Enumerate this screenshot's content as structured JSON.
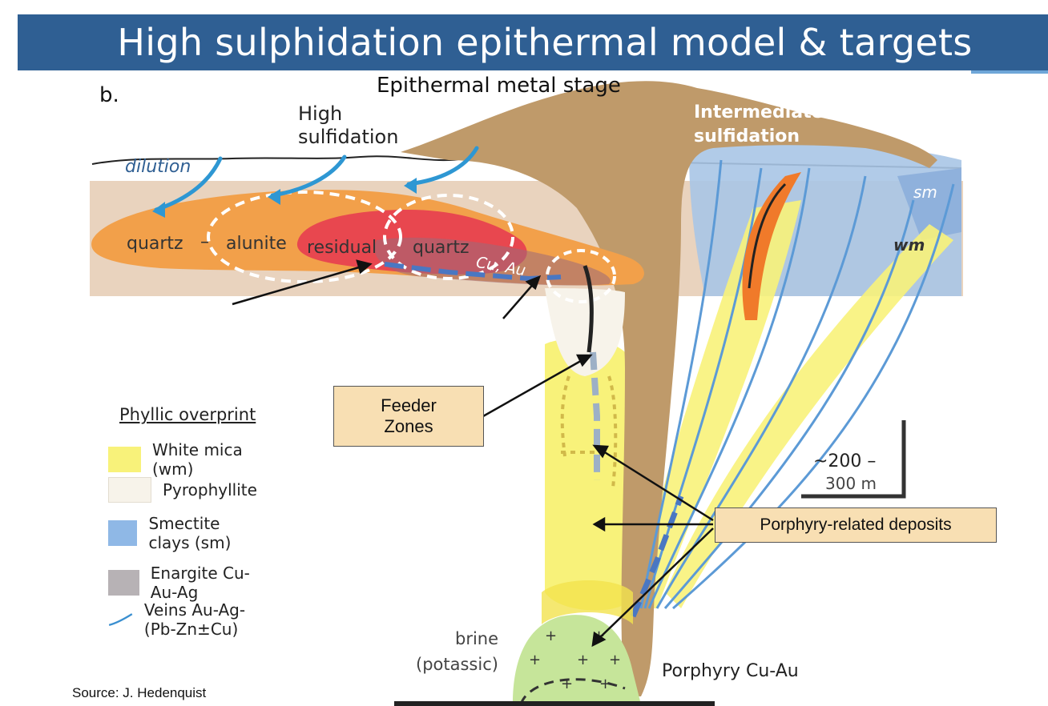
{
  "title": "High sulphidation epithermal model & targets",
  "panel_label": "b.",
  "stage_title": "Epithermal metal stage",
  "high_sulfidation": [
    "High",
    "sulfidation"
  ],
  "intermediate_sulfidation": [
    "Intermediate",
    "sulfidation"
  ],
  "dilution": "dilution",
  "quartz_left": "quartz",
  "dash": "–",
  "alunite": "alunite",
  "residual": "residual",
  "quartz_right": "quartz",
  "cu_au": "Cu, Au",
  "sm": "sm",
  "wm": "wm",
  "brine": [
    "brine",
    "(potassic)"
  ],
  "porphyry_cu_au": "Porphyry Cu-Au",
  "scale": {
    "top": "~200 –",
    "bottom": "300 m"
  },
  "callouts": {
    "feeder": [
      "Feeder",
      "Zones"
    ],
    "porphyry_related": "Porphyry-related deposits"
  },
  "legend": {
    "title": "Phyllic overprint",
    "items": [
      {
        "label": "White mica (wm)",
        "color": "#f8f27a"
      },
      {
        "label": "Pyrophyllite",
        "color": "#f7f3ea"
      },
      {
        "label": "Smectite clays (sm)",
        "color": "#8fb8e6"
      },
      {
        "label": "Enargite Cu-Au-Ag",
        "color": "#b7b2b5"
      },
      {
        "label": "Veins Au-Ag-(Pb-Zn±Cu)",
        "color": "#3a8fd0"
      }
    ]
  },
  "source": "Source: J. Hedenquist",
  "colors": {
    "title_bar": "#2f5f93",
    "host_rock": "#e9d3be",
    "intrusion_brown": "#bf9a6a",
    "advanced_argillic": "#f2a04a",
    "residual_quartz": "#e8474f",
    "potassic": "#c6e59a",
    "callout": "#f8dfb3"
  }
}
